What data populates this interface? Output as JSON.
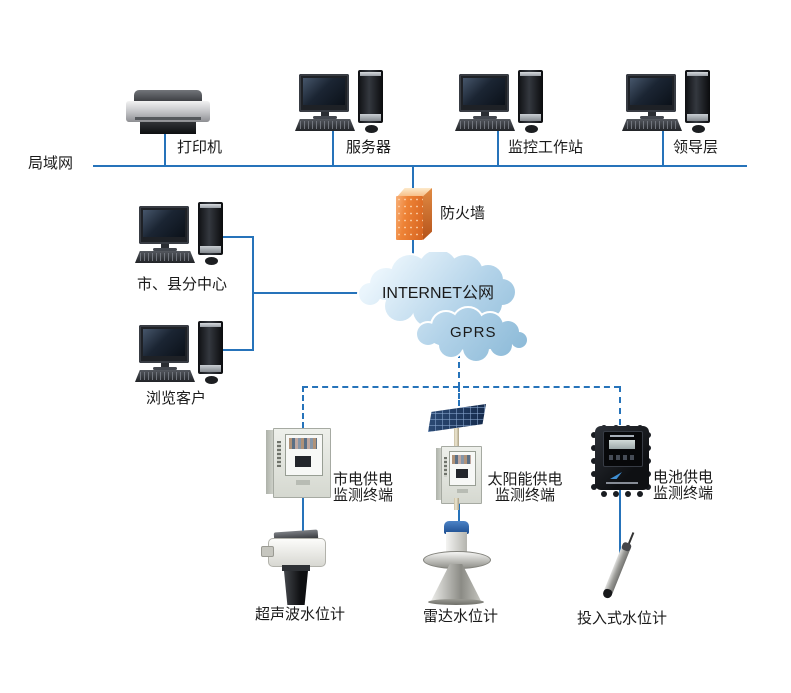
{
  "colors": {
    "line_blue": "#2673BA",
    "firewall_orange": "#EE8336",
    "cloud_blue": "#A9CDE5",
    "solar_panel_blue": "#1C3A63",
    "text": "#1A1A1A"
  },
  "lan": {
    "label": "局域网"
  },
  "lan_nodes": [
    {
      "id": "printer",
      "label": "打印机",
      "icon": "printer-icon"
    },
    {
      "id": "server",
      "label": "服务器",
      "icon": "desktop-computer-icon"
    },
    {
      "id": "workstation",
      "label": "监控工作站",
      "icon": "desktop-computer-icon"
    },
    {
      "id": "leadership",
      "label": "领导层",
      "icon": "desktop-computer-icon"
    }
  ],
  "firewall": {
    "label": "防火墙"
  },
  "internet_cloud": {
    "label": "INTERNET公网"
  },
  "gprs_cloud": {
    "label": "GPRS"
  },
  "branch_nodes": [
    {
      "id": "sub-center",
      "label": "市、县分中心",
      "icon": "desktop-computer-icon"
    },
    {
      "id": "browse-client",
      "label": "浏览客户",
      "icon": "desktop-computer-icon"
    }
  ],
  "terminals": [
    {
      "id": "mains-terminal",
      "label_line1": "市电供电",
      "label_line2": "监测终端",
      "icon": "control-cabinet-icon"
    },
    {
      "id": "solar-terminal",
      "label_line1": "太阳能供电",
      "label_line2": "监测终端",
      "icon": "solar-terminal-icon"
    },
    {
      "id": "battery-terminal",
      "label_line1": "电池供电",
      "label_line2": "监测终端",
      "icon": "battery-terminal-icon"
    }
  ],
  "sensors": [
    {
      "id": "ultrasonic",
      "label": "超声波水位计",
      "icon": "ultrasonic-level-gauge-icon"
    },
    {
      "id": "radar",
      "label": "雷达水位计",
      "icon": "radar-level-gauge-icon"
    },
    {
      "id": "submersible",
      "label": "投入式水位计",
      "icon": "submersible-level-gauge-icon"
    }
  ]
}
